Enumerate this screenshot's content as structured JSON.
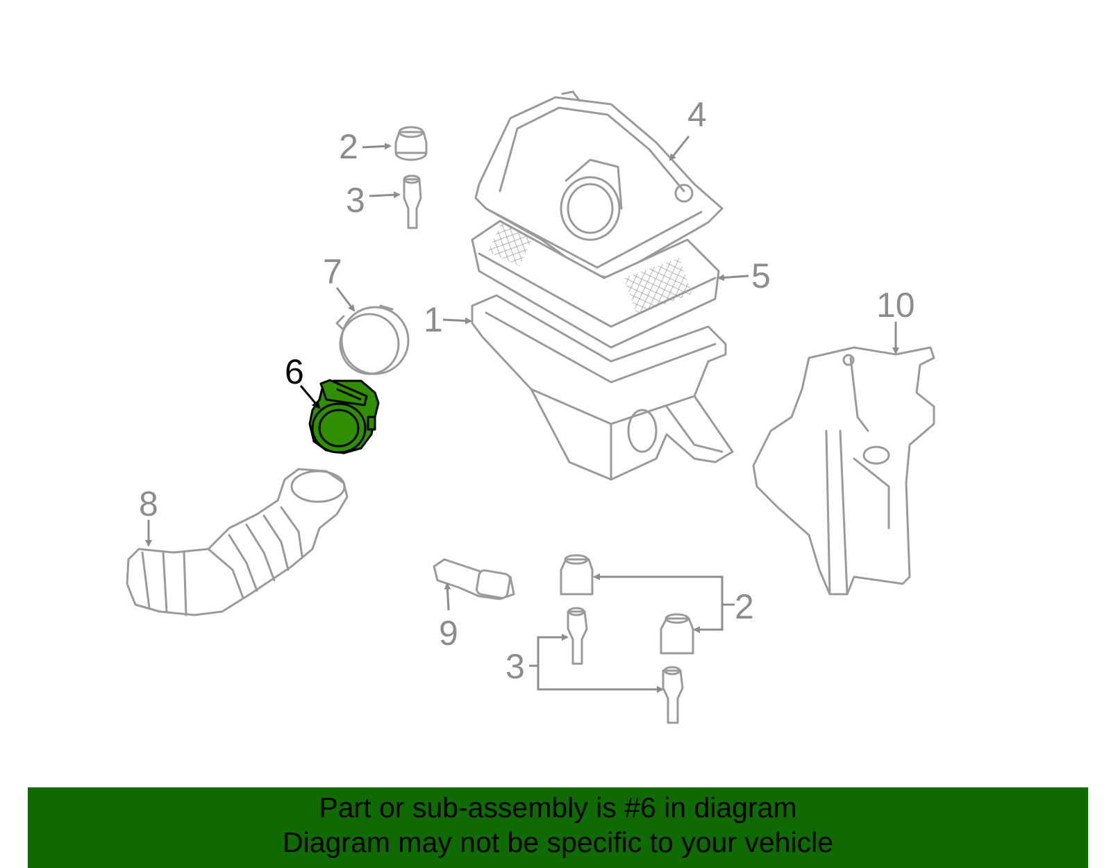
{
  "colors": {
    "highlight": "#2f8f00",
    "banner_bg": "#0f6b00",
    "banner_text": "#000000",
    "line_art": "#9a9a9a"
  },
  "callouts": {
    "c1": "1",
    "c2a": "2",
    "c2b": "2",
    "c3a": "3",
    "c3b": "3",
    "c4": "4",
    "c5": "5",
    "c6": "6",
    "c7": "7",
    "c8": "8",
    "c9": "9",
    "c10": "10"
  },
  "highlighted_part": "6",
  "banner": {
    "line1": "Part or sub-assembly is #6 in diagram",
    "line2": "Diagram may not be specific to your vehicle"
  }
}
